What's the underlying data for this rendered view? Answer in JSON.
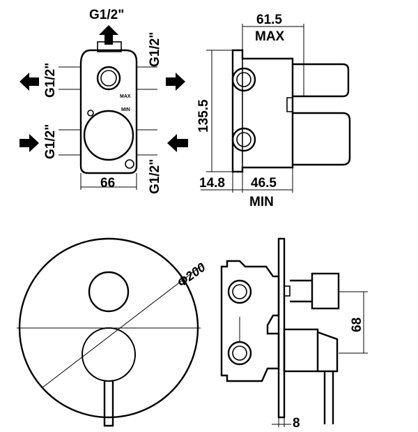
{
  "labels": {
    "g_top": "G1/2\"",
    "g_right_top": "G1/2\"",
    "g_left_upper": "G1/2\"",
    "g_left_lower": "G1/2\"",
    "g_right_bottom": "G1/2\"",
    "max_mark": "MAX",
    "min_mark": "MIN",
    "dim_66": "66",
    "dim_61_5": "61.5",
    "max_label": "MAX",
    "dim_135_5": "135.5",
    "dim_14_8": "14.8",
    "dim_46_5": "46.5",
    "min_label": "MIN",
    "dim_diameter": "Φ200",
    "dim_68": "68",
    "dim_8": "8"
  }
}
